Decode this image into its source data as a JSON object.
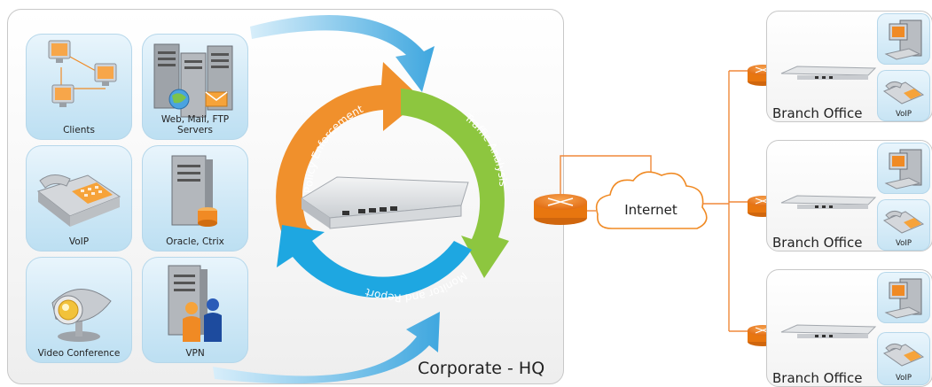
{
  "hq": {
    "label": "Corporate - HQ",
    "tiles": [
      {
        "caption": "Clients",
        "icon": "client-computers-icon"
      },
      {
        "caption": "Web, Mail, FTP Servers",
        "line1": "Web, Mail, FTP",
        "line2": "Servers",
        "icon": "servers-icon"
      },
      {
        "caption": "VoIP",
        "icon": "ip-phone-icon"
      },
      {
        "caption": "Oracle, Ctrix",
        "icon": "database-server-icon"
      },
      {
        "caption": "Video Conference",
        "icon": "webcam-icon"
      },
      {
        "caption": "VPN",
        "icon": "vpn-server-users-icon"
      }
    ]
  },
  "cycle": {
    "segments": [
      {
        "label": "Policy Enforcement",
        "color": "#f0902c"
      },
      {
        "label": "Traffic Analysis",
        "color": "#8dc63f"
      },
      {
        "label": "Monitor and Report",
        "color": "#1ea7e1"
      }
    ]
  },
  "internet": {
    "label": "Internet",
    "color": "#f08a24"
  },
  "branches": [
    {
      "label": "Branch Office",
      "voip_label": "VoIP"
    },
    {
      "label": "Branch Office",
      "voip_label": "VoIP"
    },
    {
      "label": "Branch Office",
      "voip_label": "VoIP"
    }
  ],
  "colors": {
    "orange": "#f0902c",
    "green": "#8dc63f",
    "blue": "#1ea7e1",
    "router": "#f07f1c",
    "link": "#f0883a"
  }
}
